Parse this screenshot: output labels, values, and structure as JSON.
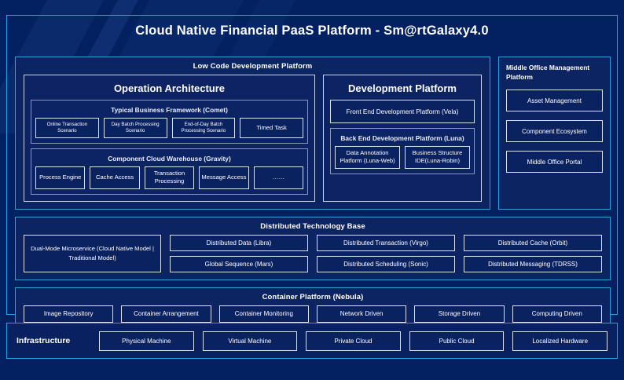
{
  "header": {
    "title": "Cloud Native Financial PaaS Platform - Sm@rtGalaxy4.0"
  },
  "low_code": {
    "title": "Low Code Development Platform",
    "operation": {
      "title": "Operation Architecture",
      "groups": [
        {
          "title": "Typical Business Framework (Comet)",
          "items": [
            "Online Transaction Scenario",
            "Day Batch Processing Scenario",
            "End-of-Day Batch Processing Scenario",
            "Timed Task"
          ]
        },
        {
          "title": "Component Cloud Warehouse (Gravity)",
          "items": [
            "Process Engine",
            "Cache Access",
            "Transaction Processing",
            "Message Access",
            "……"
          ]
        }
      ]
    },
    "development": {
      "title": "Development Platform",
      "front_end": "Front End Development Platform (Vela)",
      "back_end": {
        "title": "Back End Development Platform (Luna)",
        "items": [
          "Data Annotation Platform (Luna-Web)",
          "Business Structure IDE(Luna-Robin)"
        ]
      }
    }
  },
  "middle_office": {
    "title": "Middle Office Management Platform",
    "items": [
      "Asset Management",
      "Component Ecosystem",
      "Middle Office Portal"
    ]
  },
  "distributed": {
    "title": "Distributed Technology Base",
    "feature": "Dual-Mode Microservice (Cloud Native Model | Traditional Model)",
    "columns": [
      [
        "Distributed Data (Libra)",
        "Global Sequence (Mars)"
      ],
      [
        "Distributed Transaction (Virgo)",
        "Distributed Scheduling (Sonic)"
      ],
      [
        "Distributed Cache (Orbit)",
        "Distributed Messaging (TDRSS)"
      ]
    ]
  },
  "container": {
    "title": "Container Platform (Nebula)",
    "items": [
      "Image Repository",
      "Container Arrangement",
      "Container Monitoring",
      "Network Driven",
      "Storage Driven",
      "Computing Driven"
    ]
  },
  "infrastructure": {
    "label": "Infrastructure",
    "items": [
      "Physical Machine",
      "Virtual Machine",
      "Private Cloud",
      "Public Cloud",
      "Localized Hardware"
    ]
  },
  "colors": {
    "background": "#032060",
    "panel_fill": "#0c2462",
    "accent_border": "#22a0e8",
    "inner_border": "#dbe3f2",
    "text": "#ffffff"
  }
}
